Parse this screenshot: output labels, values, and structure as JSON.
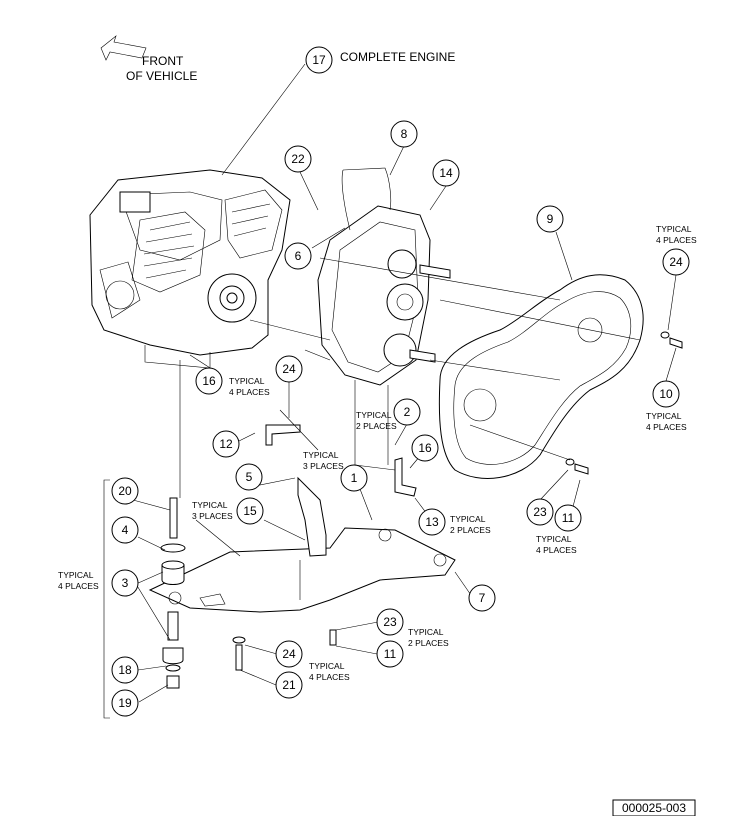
{
  "front_label": [
    "FRONT",
    "OF VEHICLE"
  ],
  "complete_engine_label": "COMPLETE ENGINE",
  "drawing_number": "000025-003",
  "callouts": [
    {
      "id": "c17",
      "text": "17"
    },
    {
      "id": "c8",
      "text": "8"
    },
    {
      "id": "c22",
      "text": "22"
    },
    {
      "id": "c14",
      "text": "14"
    },
    {
      "id": "c6",
      "text": "6"
    },
    {
      "id": "c9",
      "text": "9"
    },
    {
      "id": "c24a",
      "text": "24"
    },
    {
      "id": "c10",
      "text": "10"
    },
    {
      "id": "c16a",
      "text": "16"
    },
    {
      "id": "c24b",
      "text": "24"
    },
    {
      "id": "c12",
      "text": "12"
    },
    {
      "id": "c2",
      "text": "2"
    },
    {
      "id": "c16b",
      "text": "16"
    },
    {
      "id": "c5",
      "text": "5"
    },
    {
      "id": "c1",
      "text": "1"
    },
    {
      "id": "c13",
      "text": "13"
    },
    {
      "id": "c23a",
      "text": "23"
    },
    {
      "id": "c11a",
      "text": "11"
    },
    {
      "id": "c20",
      "text": "20"
    },
    {
      "id": "c15",
      "text": "15"
    },
    {
      "id": "c4",
      "text": "4"
    },
    {
      "id": "c3",
      "text": "3"
    },
    {
      "id": "c7",
      "text": "7"
    },
    {
      "id": "c23b",
      "text": "23"
    },
    {
      "id": "c11b",
      "text": "11"
    },
    {
      "id": "c24c",
      "text": "24"
    },
    {
      "id": "c18",
      "text": "18"
    },
    {
      "id": "c21",
      "text": "21"
    },
    {
      "id": "c19",
      "text": "19"
    }
  ],
  "notes": {
    "n24a": [
      "TYPICAL",
      "4 PLACES"
    ],
    "n10": [
      "TYPICAL",
      "4 PLACES"
    ],
    "n16": [
      "TYPICAL",
      "4 PLACES"
    ],
    "n2": [
      "TYPICAL",
      "2 PLACES"
    ],
    "n3places_a": [
      "TYPICAL",
      "3 PLACES"
    ],
    "n13": [
      "TYPICAL",
      "2 PLACES"
    ],
    "n11": [
      "TYPICAL",
      "4 PLACES"
    ],
    "n15": [
      "TYPICAL",
      "3 PLACES"
    ],
    "n3": [
      "TYPICAL",
      "4 PLACES"
    ],
    "n23": [
      "TYPICAL",
      "2 PLACES"
    ],
    "n24c": [
      "TYPICAL",
      "4 PLACES"
    ]
  }
}
